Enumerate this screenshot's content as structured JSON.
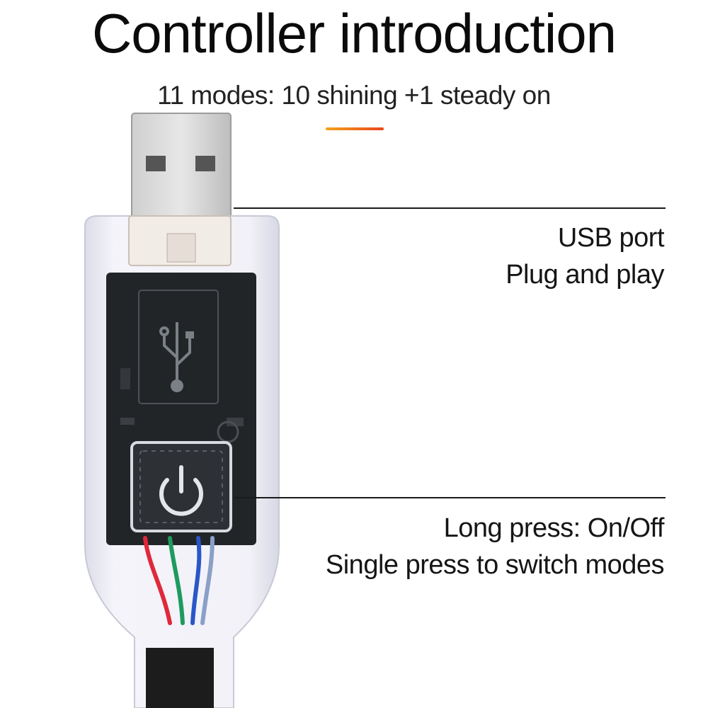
{
  "header": {
    "title": "Controller introduction",
    "subtitle": "11 modes: 10 shining +1 steady on"
  },
  "callouts": [
    {
      "lines": [
        "USB port",
        "Plug and play"
      ]
    },
    {
      "lines": [
        "Long press: On/Off",
        "Single press to switch modes"
      ]
    }
  ],
  "colors": {
    "accent_start": "#f4a21c",
    "accent_end": "#e8471e",
    "wire_red": "#e0283a",
    "wire_green": "#1f9a5e",
    "wire_blue": "#2a56c8"
  },
  "icons": [
    "usb-icon",
    "power-icon"
  ]
}
